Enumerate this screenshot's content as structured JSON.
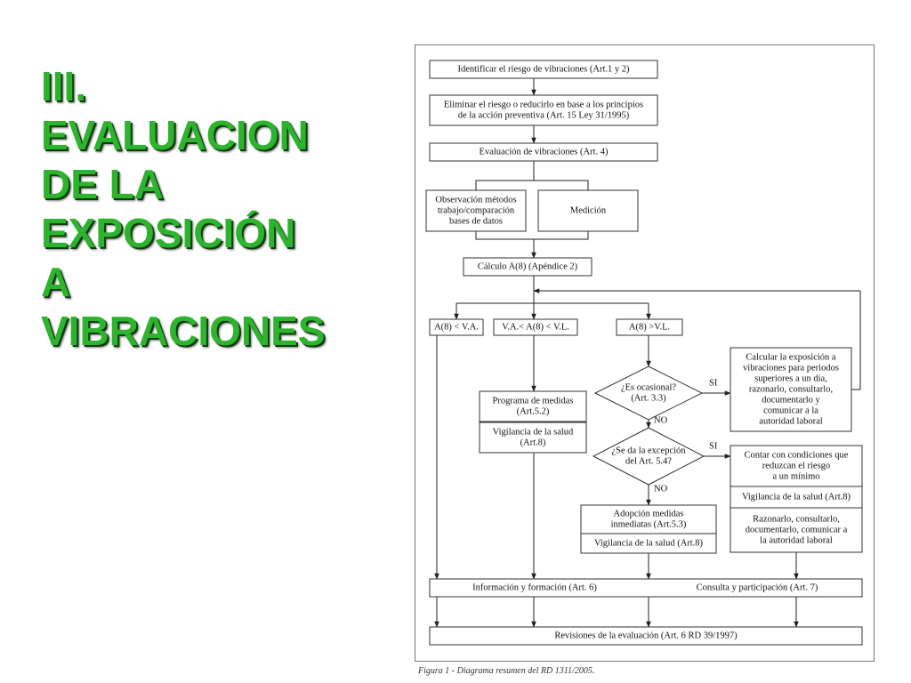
{
  "title_lines": [
    "III.",
    "EVALUACION",
    "DE LA",
    "EXPOSICIÓN",
    "A",
    "VIBRACIONES"
  ],
  "flowchart": {
    "identificar": "Identificar el riesgo de vibraciones (Art.1 y 2)",
    "eliminar": [
      "Eliminar el riesgo o reducirlo en base a los principios",
      "de la acción preventiva (Art. 15 Ley 31/1995)"
    ],
    "evaluacion": "Evaluación de vibraciones (Art. 4)",
    "observacion": [
      "Observación métodos",
      "trabajo/comparación",
      "bases de datos"
    ],
    "medicion": "Medición",
    "calculo": "Cálculo A(8) (Apéndice 2)",
    "rama_va": "A(8) < V.A.",
    "rama_va_vl": "V.A.< A(8) < V.L.",
    "rama_vl": "A(8) >V.L.",
    "programa": [
      "Programa de medidas",
      "(Art.5.2)"
    ],
    "vigilancia_8": [
      "Vigilancia de la salud",
      "(Art.8)"
    ],
    "ocasional": [
      "¿Es ocasional?",
      "(Art. 3.3)"
    ],
    "si_1": "SI",
    "no_1": "NO",
    "calcular": [
      "Calcular la exposición a",
      "vibraciones para periodos",
      "superiores a un día,",
      "razonarlo, consultarlo,",
      "documentarlo y",
      "comunicar a la",
      "autoridad laboral"
    ],
    "excepcion": [
      "¿Se da la excepción",
      "del Art. 5.4?"
    ],
    "si_2": "SI",
    "no_2": "NO",
    "contar": [
      "Contar con condiciones que",
      "reduzcan el riesgo",
      "a un mínimo"
    ],
    "vigilancia_art8_a": "Vigilancia de la salud (Art.8)",
    "razonarlo": [
      "Razonarlo, consultarlo,",
      "documentarlo, comunicar a",
      "la autoridad laboral"
    ],
    "adopcion": [
      "Adopción medidas",
      "inmediatas (Art.5.3)"
    ],
    "vigilancia_art8_b": "Vigilancia de la salud (Art.8)",
    "informacion": "Información y formación (Art. 6)",
    "consulta": "Consulta y participación (Art. 7)",
    "revisiones": "Revisiones de la evaluación (Art. 6 RD 39/1997)"
  },
  "caption": "Figura 1 - Diagrama resumen del RD 1311/2005.",
  "colors": {
    "title_green": "#2db32d",
    "title_shadow": "#0d3d0d",
    "line": "#222222"
  }
}
